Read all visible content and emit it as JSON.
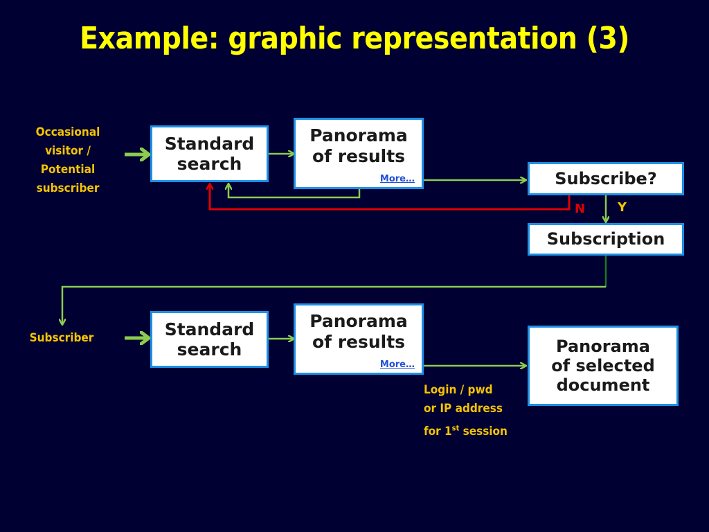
{
  "title": "Example: graphic representation (3)",
  "colors": {
    "background": "#000033",
    "title": "#ffff00",
    "box_border": "#1e90e6",
    "arrow_green": "#8ccc4e",
    "arrow_red": "#e00000",
    "label_yellow": "#f5c400",
    "link": "#1f4fd6"
  },
  "top_flow": {
    "actor_lines": [
      "Occasional",
      "visitor /",
      "Potential",
      "subscriber"
    ],
    "standard_search": [
      "Standard",
      "search"
    ],
    "panorama_results": [
      "Panorama",
      "of results"
    ],
    "more_link": "More…",
    "subscribe_question": "Subscribe?",
    "no_label": "N",
    "yes_label": "Y",
    "subscription": "Subscription"
  },
  "bottom_flow": {
    "actor": "Subscriber",
    "standard_search": [
      "Standard",
      "search"
    ],
    "panorama_results": [
      "Panorama",
      "of results"
    ],
    "more_link": "More…",
    "selected_document": [
      "Panorama",
      "of selected",
      "document"
    ],
    "login_note": {
      "line1": "Login / pwd",
      "line2": "or IP address",
      "line3_prefix": "for 1",
      "line3_sup": "st",
      "line3_suffix": " session"
    }
  }
}
